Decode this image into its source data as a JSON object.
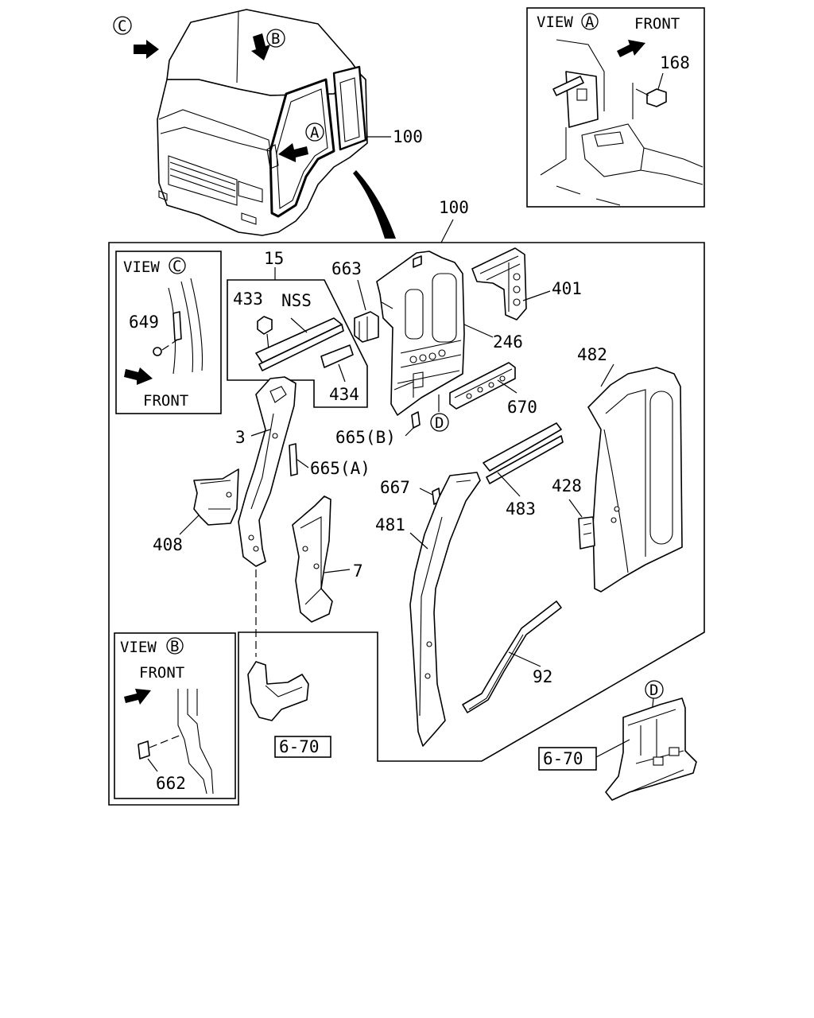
{
  "callouts": {
    "c100_top": "100",
    "c100_main": "100",
    "c15": "15",
    "c433": "433",
    "nss": "NSS",
    "c434": "434",
    "c663": "663",
    "c246": "246",
    "c401": "401",
    "c482": "482",
    "c670": "670",
    "c665b": "665(B)",
    "c3": "3",
    "c665a": "665(A)",
    "c408": "408",
    "c7": "7",
    "c667": "667",
    "c481": "481",
    "c483": "483",
    "c428": "428",
    "c92": "92",
    "c168": "168",
    "c649": "649",
    "c662": "662"
  },
  "view_markers": {
    "a": "A",
    "b": "B",
    "c": "C",
    "d": "D"
  },
  "insets": {
    "view_a": {
      "label": "VIEW",
      "marker": "A",
      "front": "FRONT"
    },
    "view_b": {
      "label": "VIEW",
      "marker": "B",
      "front": "FRONT"
    },
    "view_c": {
      "label": "VIEW",
      "marker": "C",
      "front": "FRONT"
    }
  },
  "references": {
    "ref_left": "6-70",
    "ref_right": "6-70"
  }
}
